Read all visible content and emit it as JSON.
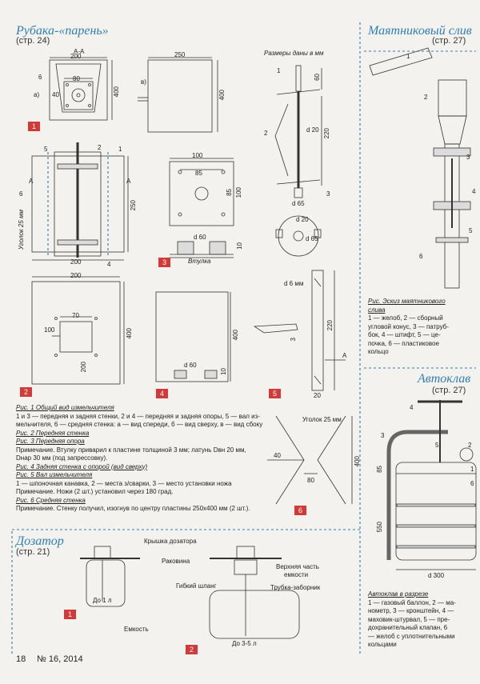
{
  "sections": {
    "rubaka": {
      "title": "Рубака-«парень»",
      "ref": "(стр. 24)"
    },
    "mayatnik": {
      "title": "Маятниковый слив",
      "ref": "(стр. 27)"
    },
    "avtoklav": {
      "title": "Автоклав",
      "ref": "(стр. 27)"
    },
    "dozator": {
      "title": "Дозатор",
      "ref": "(стр. 21)"
    }
  },
  "rubaka_labels": {
    "aa": "А-А",
    "d200": "200",
    "d80": "80",
    "d40": "40",
    "d400": "400",
    "n6": "6",
    "la": "а)",
    "d250": "250",
    "lb": "в)",
    "d400b": "400",
    "sizes_mm": "Размеры даны в мм",
    "n1": "1",
    "d60": "60",
    "n2": "2",
    "d20": "d 20",
    "d220": "220",
    "d65": "d 65",
    "n3": "3",
    "d20b": "d 20",
    "d65b": "d 65",
    "n5": "5",
    "n2b": "2",
    "n1b": "1",
    "lA": "А",
    "lA2": "А",
    "l6b": "6",
    "d250b": "250",
    "ugolok": "Уголок 25 мм",
    "d200b": "200",
    "n4": "4",
    "d100": "100",
    "d85": "85",
    "d85b": "85",
    "d100b": "100",
    "d60b": "d 60",
    "d10": "10",
    "vtulka": "Втулка",
    "d200c": "200",
    "d70": "70",
    "d100c": "100",
    "d400c": "400",
    "d200d": "200",
    "d60c": "d 60",
    "d10b": "10",
    "d400d": "400",
    "d6mm": "d 6 мм",
    "d220b": "220",
    "d3": "3",
    "lA3": "А",
    "d20c": "20",
    "ugolok2": "Уголок 25 мм",
    "d40b": "40",
    "d80b": "80",
    "d400e": "400"
  },
  "badges": {
    "b1": "1",
    "b2": "2",
    "b3": "3",
    "b4": "4",
    "b5": "5",
    "b6": "6",
    "dz1": "1",
    "dz2": "2"
  },
  "rubaka_caption": {
    "l1": "Рис. 1 Общий вид измельчителя",
    "l2": "1 и 3 — передняя и задняя стенки, 2 и 4 — передняя и задняя опоры, 5 — вал из-",
    "l3": "мельчителя, 6 — средняя стенка: а — вид спереди, б — вид сверху, в — вид сбоку",
    "l4": "Рис. 2 Передняя стенка",
    "l5": "Рис. 3 Передняя опора",
    "l6": "Примечание. Втулку приварил к пластине толщиной 3 мм; латунь Dвн 20 мм,",
    "l7": "Dнар 30 мм (под запрессовку).",
    "l8": "Рис. 4 Задняя стенка с опорой (вид сверху)",
    "l9": "Рис. 5 Вал измельчителя",
    "l10": "1 — шпоночная канавка, 2 — места з/сварки, 3 — место установки ножа",
    "l11": "Примечание. Ножи (2 шт.) установил через 180 град.",
    "l12": "Рис. 6 Средняя стенка",
    "l13": "Примечание. Стенку получил, изогнув по центру пластины 250х400 мм (2 шт.)."
  },
  "mayatnik_labels": {
    "n1": "1",
    "n2": "2",
    "n3": "3",
    "n4": "4",
    "n5": "5",
    "n6": "6"
  },
  "mayatnik_caption": {
    "l1": "Рис. Эскиз маятникового",
    "l2": "слива",
    "l3": "1 — желоб, 2 — сборный",
    "l4": "угловой конус, 3 — патруб-",
    "l5": "бок, 4 — штифт, 5 — це-",
    "l6": "почка, 6 — пластиковое",
    "l7": "кольцо"
  },
  "avtoklav_labels": {
    "n1": "1",
    "n2": "2",
    "n3": "3",
    "n4": "4",
    "n5": "5",
    "n6": "6",
    "d85": "85",
    "d550": "550",
    "d300": "d 300"
  },
  "avtoklav_caption": {
    "l1": "Автоклав в разрезе",
    "l2": "1 — газовый баллон, 2 — ма-",
    "l3": "нометр, 3 — кронштейн, 4 —",
    "l4": "маховик-штурвал, 5 — пре-",
    "l5": "дохранительный клапан, 6",
    "l6": "— желоб с уплотнительными",
    "l7": "кольцами"
  },
  "dozator_labels": {
    "lid": "Крышка дозатора",
    "rakovina": "Раковина",
    "top": "Верхняя часть",
    "top2": "емкости",
    "hose": "Гибкий шланг",
    "tube": "Трубка-заборник",
    "do1": "До 1 л",
    "emkost": "Емкость",
    "do35": "До 3-5 л"
  },
  "footer": {
    "page": "18",
    "issue": "№ 16, 2014"
  }
}
